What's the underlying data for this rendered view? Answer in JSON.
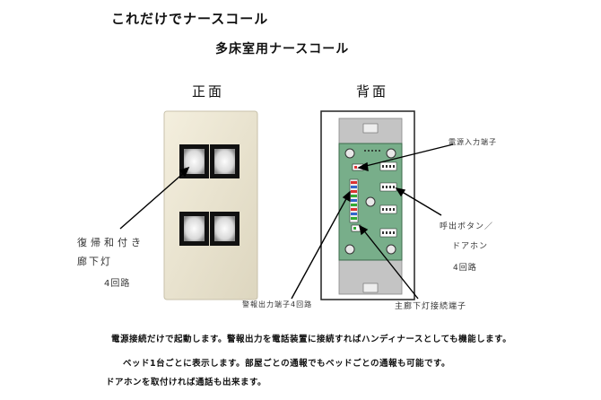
{
  "headline": "これだけでナースコール",
  "subtitle": "多床室用ナースコール",
  "front_label": "正面",
  "back_label": "背面",
  "callouts": {
    "lamp_line1": "復帰和付き",
    "lamp_line2": "廊下灯",
    "lamp_line3": "4回路",
    "power_terminal": "電源入力端子",
    "call_line1": "呼出ボタン／",
    "call_line2": "ドアホン",
    "call_line3": "4回路",
    "alarm_output": "警報出力端子4回路",
    "main_lamp_terminal": "主廊下灯接続端子"
  },
  "description": {
    "line1": "電源接続だけで起動します。警報出力を電話装置に接続すればハンディナースとしても機能します。",
    "line2": "ベッド1台ごとに表示します。部屋ごとの通報でもベッドごとの通報も可能です。",
    "line3": "ドアホンを取付ければ通話も出来ます。"
  },
  "colors": {
    "front_plate": "#ece6d2",
    "back_plate": "#bfbfbf",
    "pcb": "#78ae8a",
    "button_frame": "#111111"
  },
  "icons": [
    "front-panel-4-buttons",
    "rear-pcb-board"
  ]
}
